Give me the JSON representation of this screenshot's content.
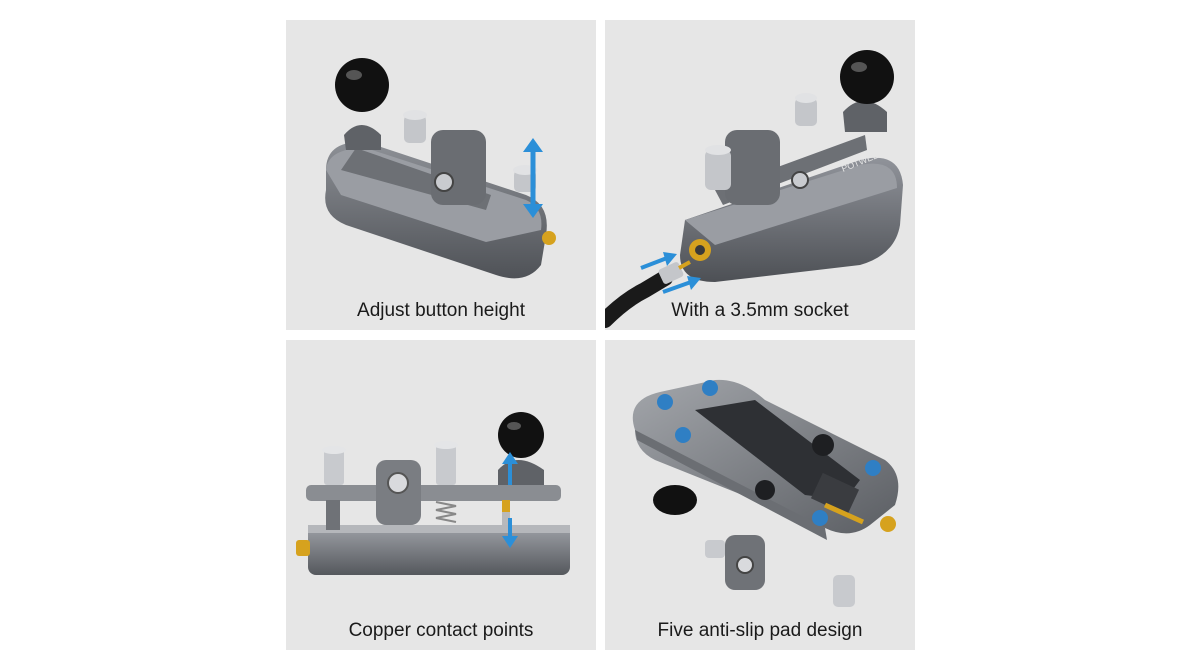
{
  "panels": [
    {
      "caption": "Adjust button height"
    },
    {
      "caption": "With a 3.5mm socket",
      "brand_mark": "POTWEEG"
    },
    {
      "caption": "Copper contact points"
    },
    {
      "caption": "Five anti-slip pad design"
    }
  ],
  "colors": {
    "panel_bg": "#e6e6e6",
    "metal_dark": "#5b5e63",
    "metal_light": "#8d9096",
    "knob": "#111111",
    "brass": "#d6a21e",
    "arrow": "#2b8fd8",
    "pad": "#2f7fc4"
  }
}
